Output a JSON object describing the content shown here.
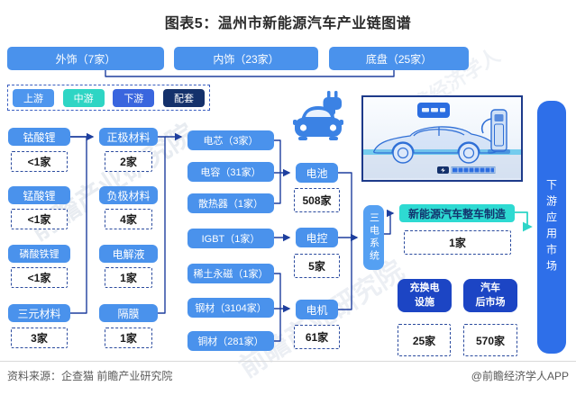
{
  "title": "图表5：温州市新能源汽车产业链图谱",
  "top_row": {
    "items": [
      {
        "label": "外饰（7家）"
      },
      {
        "label": "内饰（23家）"
      },
      {
        "label": "底盘（25家）"
      }
    ]
  },
  "legend": {
    "items": [
      {
        "label": "上游",
        "color": "#4E96EE"
      },
      {
        "label": "中游",
        "color": "#2ED5C4"
      },
      {
        "label": "下游",
        "color": "#3A66DE"
      },
      {
        "label": "配套",
        "color": "#14316B"
      }
    ]
  },
  "upstream_col1": {
    "items": [
      {
        "label": "钴酸锂",
        "count": "<1家"
      },
      {
        "label": "锰酸锂",
        "count": "<1家"
      },
      {
        "label": "磷酸铁锂",
        "count": "<1家"
      },
      {
        "label": "三元材料",
        "count": "3家"
      }
    ]
  },
  "upstream_col2": {
    "items": [
      {
        "label": "正极材料",
        "count": "2家"
      },
      {
        "label": "负极材料",
        "count": "4家"
      },
      {
        "label": "电解液",
        "count": "1家"
      },
      {
        "label": "隔膜",
        "count": "1家"
      }
    ]
  },
  "components": {
    "items": [
      {
        "label": "电芯（3家）"
      },
      {
        "label": "电容（31家）"
      },
      {
        "label": "散热器（1家）"
      },
      {
        "label": "IGBT（1家）"
      },
      {
        "label": "稀土永磁（1家）"
      },
      {
        "label": "钢材（3104家）"
      },
      {
        "label": "铜材（281家）"
      }
    ]
  },
  "three_electric": {
    "system_label": "三电系统",
    "items": [
      {
        "label": "电池",
        "count": "508家"
      },
      {
        "label": "电控",
        "count": "5家"
      },
      {
        "label": "电机",
        "count": "61家"
      }
    ]
  },
  "midstream": {
    "oem_label": "新能源汽车整车制造",
    "oem_count": "1家"
  },
  "supporting": {
    "items": [
      {
        "line1": "充换电",
        "line2": "设施",
        "count": "25家"
      },
      {
        "line1": "汽车",
        "line2": "后市场",
        "count": "570家"
      }
    ]
  },
  "downstream": {
    "label": "下游应用市场"
  },
  "footer": {
    "source": "资料来源：企查猫 前瞻产业研究院",
    "credit": "@前瞻经济学人APP"
  },
  "watermarks": {
    "text1": "前瞻产业研究院",
    "text2": "前瞻产业研究院",
    "text3": "前瞻经济学人"
  },
  "colors": {
    "box_blue": "#4A92EC",
    "royal_blue": "#1C45C4",
    "teal": "#2EDAD2",
    "downstream_blue": "#2E6FE9",
    "system_blue": "#55A0F2",
    "line_navy": "#1E3F9E",
    "dark_navy": "#14316B"
  }
}
